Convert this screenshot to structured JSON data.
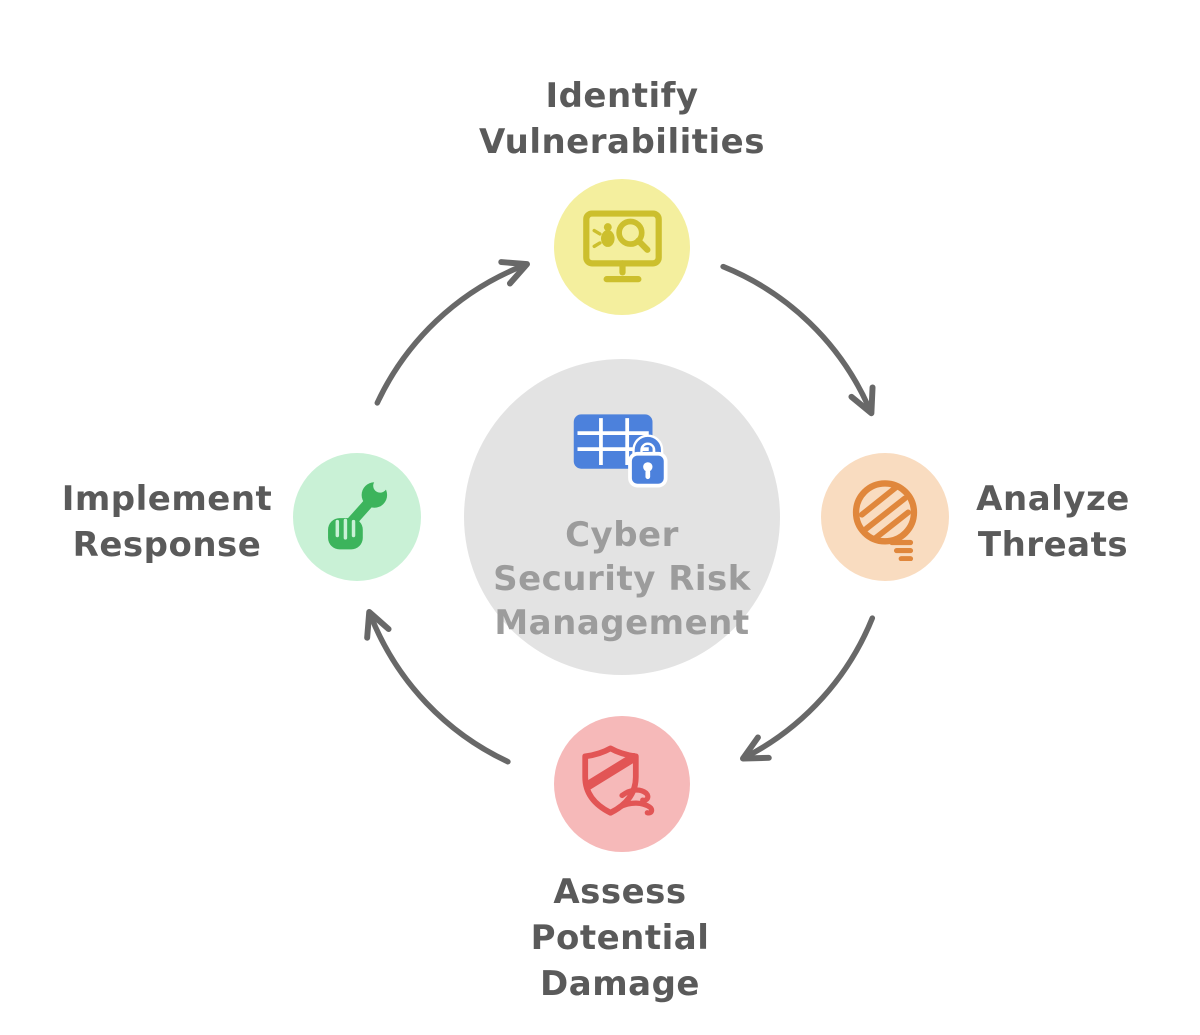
{
  "diagram": {
    "type": "cycle",
    "title": "Cyber Security Risk Management",
    "center": {
      "label_lines": [
        "Cyber",
        "Security Risk",
        "Management"
      ],
      "icon": "secure-data-table-lock-icon",
      "bg_color": "#e3e3e3",
      "icon_color": "#4c81dc",
      "text_color": "#9c9c9c"
    },
    "nodes": [
      {
        "id": "identify-vulnerabilities",
        "position": "top",
        "label_lines": [
          "Identify",
          "Vulnerabilities"
        ],
        "icon": "monitor-bug-search-icon",
        "bg_color": "#f4ef9e",
        "icon_color": "#ccbf2d"
      },
      {
        "id": "analyze-threats",
        "position": "right",
        "label_lines": [
          "Analyze",
          "Threats"
        ],
        "icon": "threat-scan-icon",
        "bg_color": "#f9dcc0",
        "icon_color": "#e0873c"
      },
      {
        "id": "assess-potential-damage",
        "position": "bottom",
        "label_lines": [
          "Assess",
          "Potential",
          "Damage"
        ],
        "icon": "shield-breach-wind-icon",
        "bg_color": "#f6b9b9",
        "icon_color": "#e25555"
      },
      {
        "id": "implement-response",
        "position": "left",
        "label_lines": [
          "Implement",
          "Response"
        ],
        "icon": "fist-wrench-icon",
        "bg_color": "#c9f1d6",
        "icon_color": "#3cb45c"
      }
    ],
    "arrow_color": "#686868",
    "label_color": "#5a5a5a"
  }
}
